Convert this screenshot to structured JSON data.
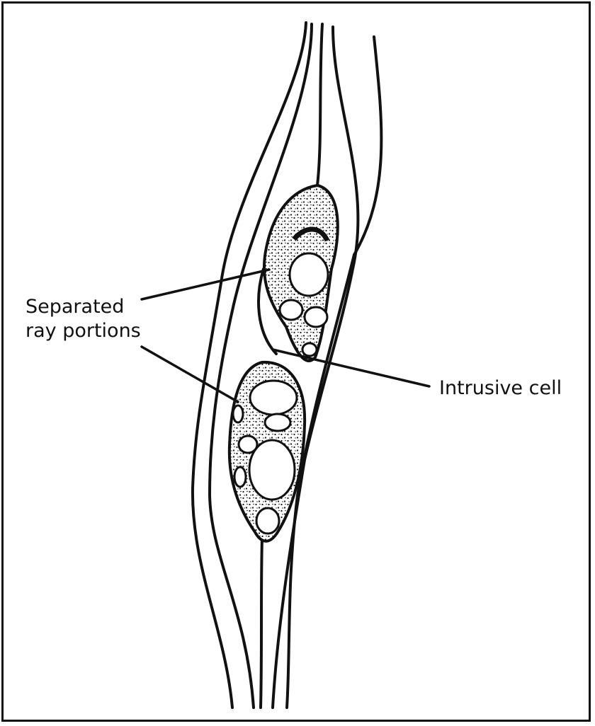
{
  "figure": {
    "labels": {
      "separated_ray_portions": [
        "Separated",
        "ray portions"
      ],
      "intrusive_cell": "Intrusive cell"
    },
    "colors": {
      "ink": "#111111",
      "background": "#ffffff"
    }
  }
}
